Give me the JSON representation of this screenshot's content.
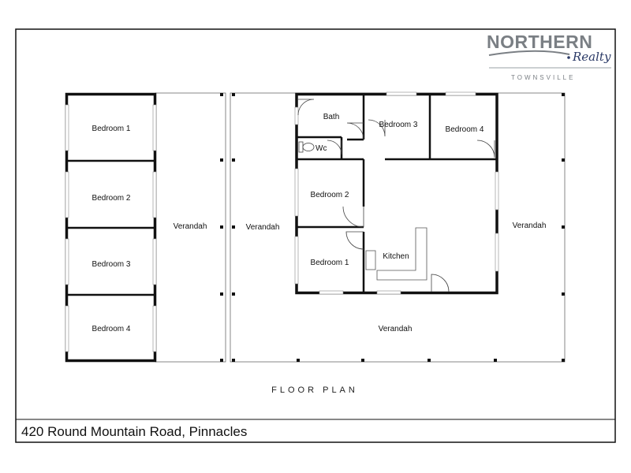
{
  "brand": {
    "name": "NORTHERN",
    "tagline": "Realty",
    "location": "TOWNSVILLE"
  },
  "floorplan": {
    "caption": "FLOOR PLAN",
    "annex": {
      "bedroom1": "Bedroom 1",
      "bedroom2": "Bedroom 2",
      "bedroom3": "Bedroom 3",
      "bedroom4": "Bedroom 4",
      "verandah": "Verandah"
    },
    "house": {
      "bath": "Bath",
      "wc": "Wc",
      "bedroom3": "Bedroom 3",
      "bedroom4": "Bedroom 4",
      "bedroom2": "Bedroom 2",
      "bedroom1": "Bedroom 1",
      "kitchen": "Kitchen",
      "verandah_west": "Verandah",
      "verandah_east": "Verandah",
      "verandah_south": "Verandah"
    }
  },
  "address": "420 Round Mountain Road, Pinnacles"
}
